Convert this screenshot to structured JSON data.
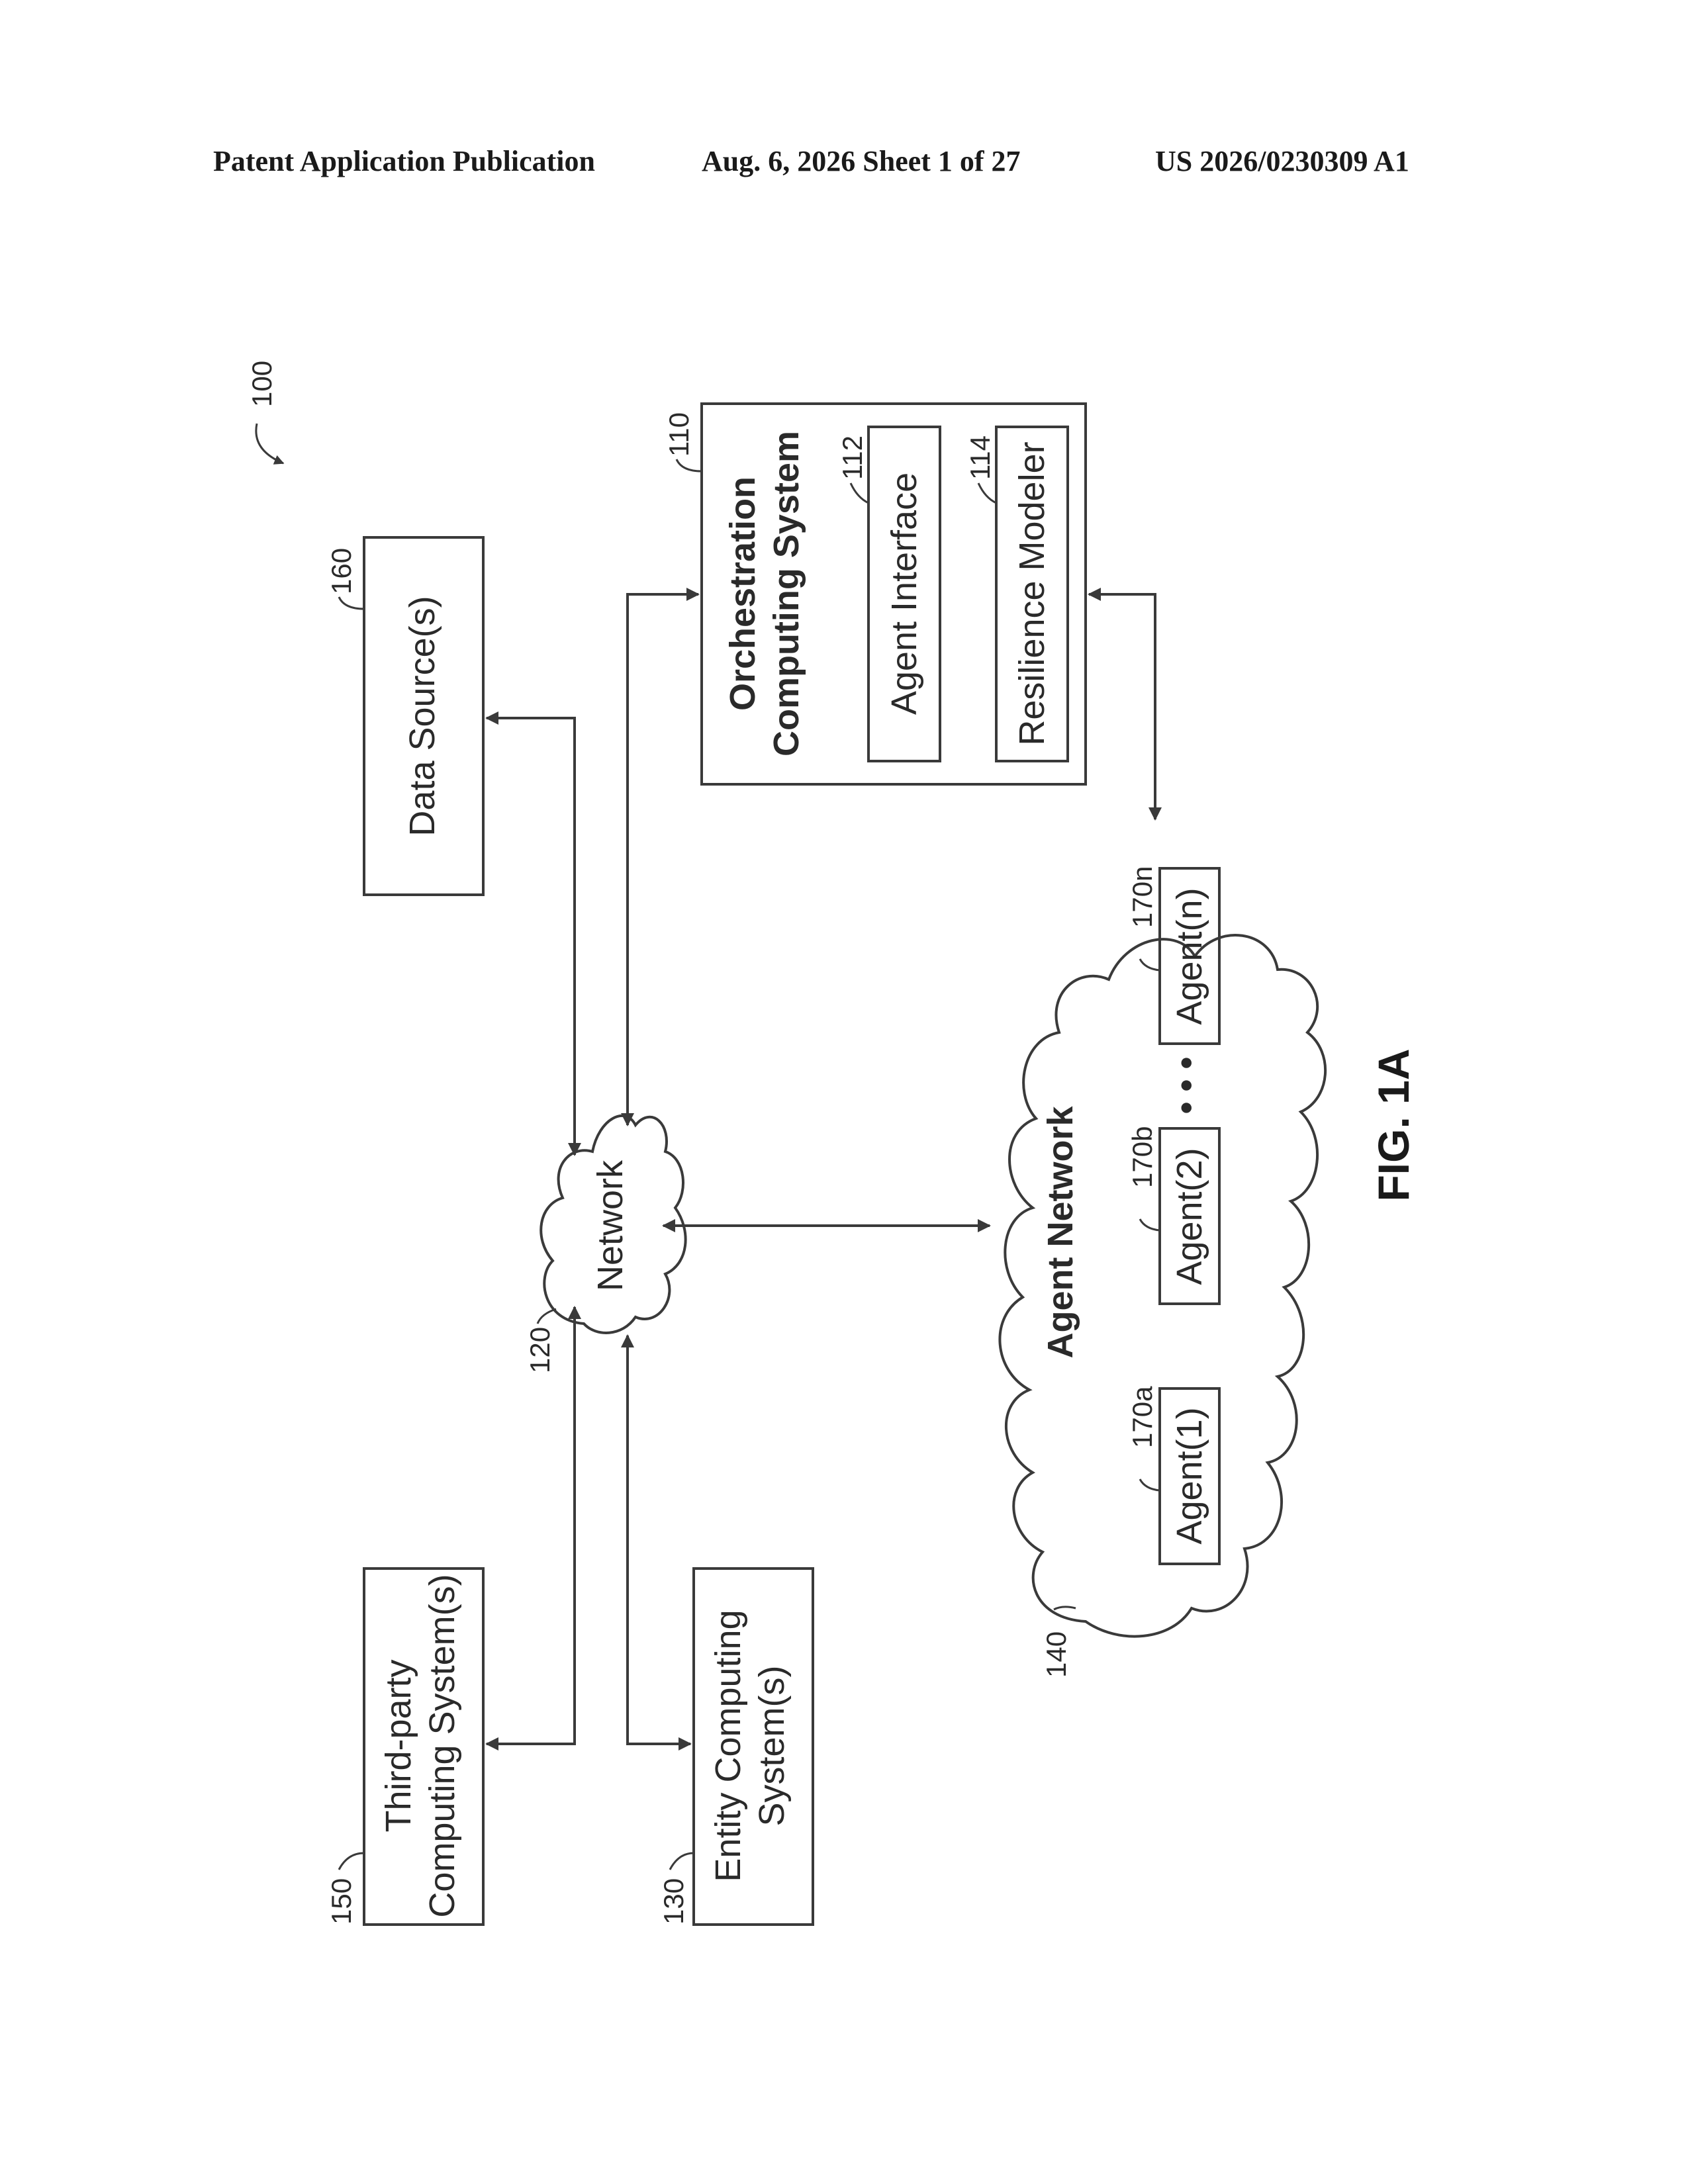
{
  "header": {
    "publication": "Patent Application Publication",
    "date_sheet": "Aug. 6, 2026   Sheet 1 of 27",
    "number": "US 2026/0230309 A1"
  },
  "figure": {
    "label": "FIG. 1A",
    "system_ref": "100",
    "orchestration": {
      "ref": "110",
      "title_line1": "Orchestration",
      "title_line2": "Computing System",
      "agent_interface": {
        "ref": "112",
        "label": "Agent Interface"
      },
      "resilience_modeler": {
        "ref": "114",
        "label": "Resilience Modeler"
      }
    },
    "network": {
      "ref": "120",
      "label": "Network"
    },
    "entity": {
      "ref": "130",
      "line1": "Entity Computing",
      "line2": "System(s)"
    },
    "agent_network": {
      "ref": "140",
      "label": "Agent Network",
      "ellipsis": "• • •",
      "agents": [
        {
          "ref": "170a",
          "label": "Agent(1)"
        },
        {
          "ref": "170b",
          "label": "Agent(2)"
        },
        {
          "ref": "170n",
          "label": "Agent(n)"
        }
      ]
    },
    "third_party": {
      "ref": "150",
      "line1": "Third-party",
      "line2": "Computing System(s)"
    },
    "data_source": {
      "ref": "160",
      "label": "Data Source(s)"
    }
  }
}
